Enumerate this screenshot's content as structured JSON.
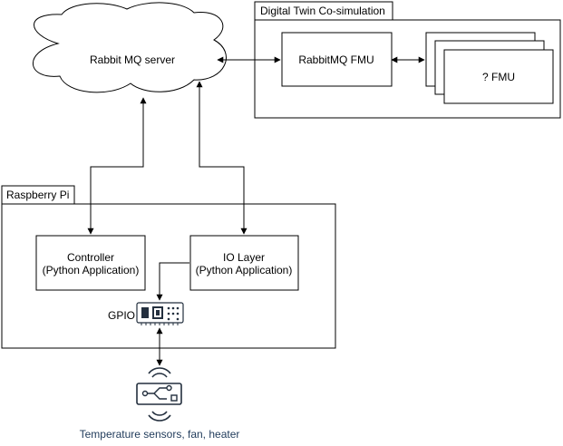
{
  "nodes": {
    "rabbit_server": "Rabbit MQ server",
    "cosim_title": "Digital Twin Co-simulation",
    "rabbit_fmu": "RabbitMQ FMU",
    "other_fmu": "? FMU",
    "pi_title": "Raspberry Pi",
    "controller_line1": "Controller",
    "controller_line2": "(Python Application)",
    "io_line1": "IO Layer",
    "io_line2": "(Python Application)",
    "gpio": "GPIO",
    "sensors": "Temperature sensors, fan, heater"
  },
  "colors": {
    "stroke": "#000000",
    "fill": "#ffffff",
    "icon": "#232f3e",
    "caption": "#1f3a5a"
  },
  "icons": {
    "gpio_board": "circuit-board-icon",
    "sensor": "wireless-circuit-icon"
  }
}
